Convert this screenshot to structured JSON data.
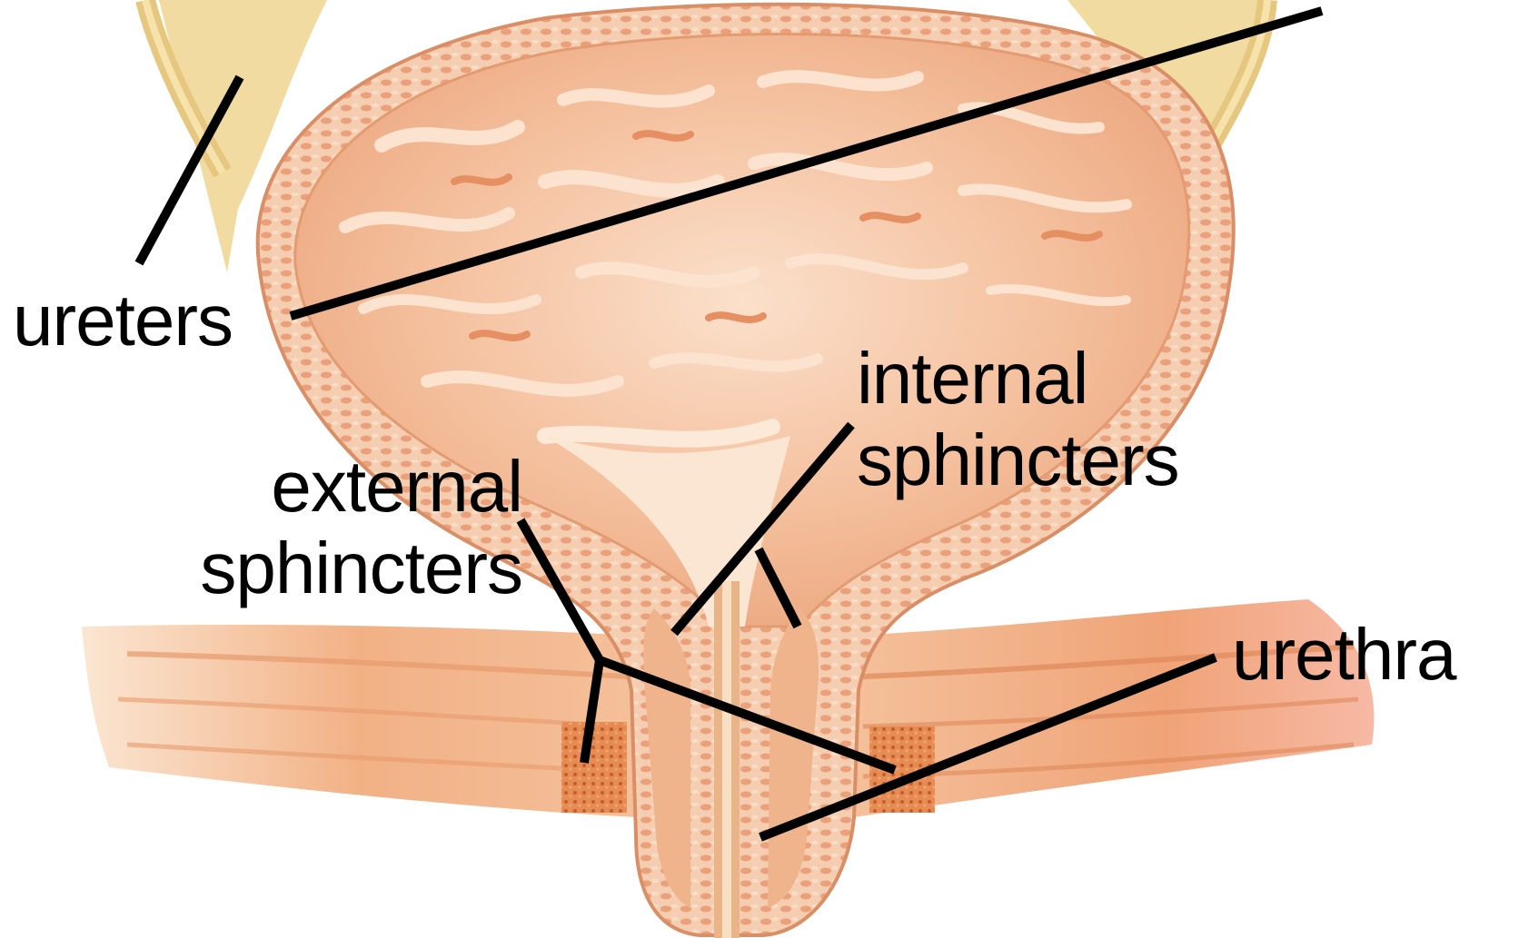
{
  "colors": {
    "background": "#ffffff",
    "bladder_wall": "#f3c6a4",
    "bladder_wall_edge": "#d98e66",
    "bladder_lumen": "#f4b691",
    "mucosa_folds": "#fbdcc4",
    "mucosa_dark": "#e59468",
    "fat_tissue": "#f2dc9e",
    "ureter": "#eccd8a",
    "pelvic_muscle": "#f0a676",
    "pelvic_muscle_light": "#f9d8bc",
    "sphincter_dots": "#d9733f",
    "urethra_lumen": "#f6d6b6",
    "leader_lines": "#000000",
    "label_text": "#000000"
  },
  "labels": {
    "ureters": "ureters",
    "internal_sphincters": [
      "internal",
      "sphincters"
    ],
    "external_sphincters": [
      "external",
      "sphincters"
    ],
    "urethra": "urethra"
  }
}
